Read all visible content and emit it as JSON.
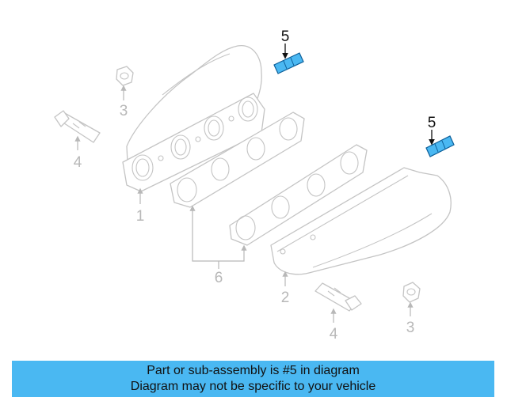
{
  "diagram": {
    "callouts": {
      "part_1": "1",
      "part_2": "2",
      "part_3_top": "3",
      "part_3_bottom": "3",
      "part_4_top": "4",
      "part_4_bottom": "4",
      "part_5_top": "5",
      "part_5_right": "5",
      "part_6": "6"
    },
    "highlight_color": "#4ab8f2"
  },
  "banner": {
    "line1": "Part or sub-assembly is #5 in diagram",
    "line2": "Diagram may not be specific to your vehicle",
    "background": "#4ab8f2"
  }
}
